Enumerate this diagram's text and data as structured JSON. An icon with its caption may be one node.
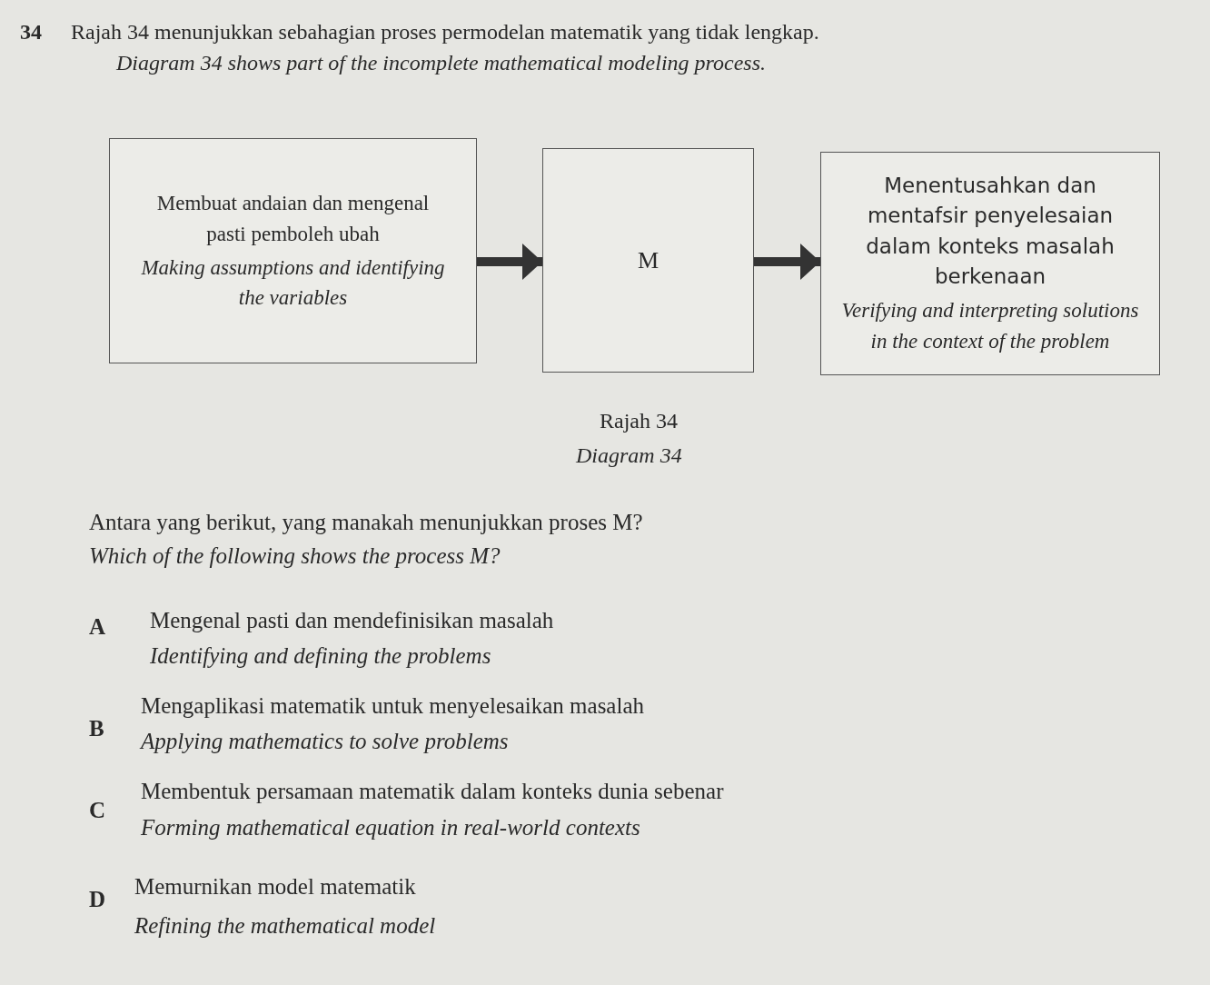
{
  "diagram": {
    "nodes": [
      {
        "text": [
          "Membuat andaian dan mengenal pasti pemboleh ubah",
          "Making assumptions and identifying the variables"
        ]
      },
      {
        "text": [
          "M"
        ]
      },
      {
        "text": [
          "Menentusahkan dan mentafsir penyelesaian dalam konteks masalah berkenaan",
          "Verifying and interpreting solutions in the context of the problem"
        ]
      }
    ],
    "edges": [
      {
        "from": 0,
        "to": 1,
        "arrow": "to"
      },
      {
        "from": 1,
        "to": 2,
        "arrow": "to"
      }
    ],
    "labels": [
      "34",
      "Rajah 34 menunjukkan sebahagian proses permodelan matematik yang tidak lengkap.",
      "Diagram 34 shows part of the incomplete mathematical modeling process.",
      "Rajah 34",
      "Diagram 34",
      "Antara yang berikut, yang manakah menunjukkan proses M?",
      "Which of the following shows the process M?",
      "A",
      "Mengenal pasti dan mendefinisikan masalah",
      "Identifying and defining the problems",
      "B",
      "Mengaplikasi matematik untuk menyelesaikan masalah",
      "Applying mathematics to solve problems",
      "C",
      "Membentuk persamaan matematik dalam konteks dunia sebenar",
      "Forming mathematical equation in real-world contexts",
      "D",
      "Memurnikan model matematik",
      "Refining the mathematical model"
    ]
  }
}
